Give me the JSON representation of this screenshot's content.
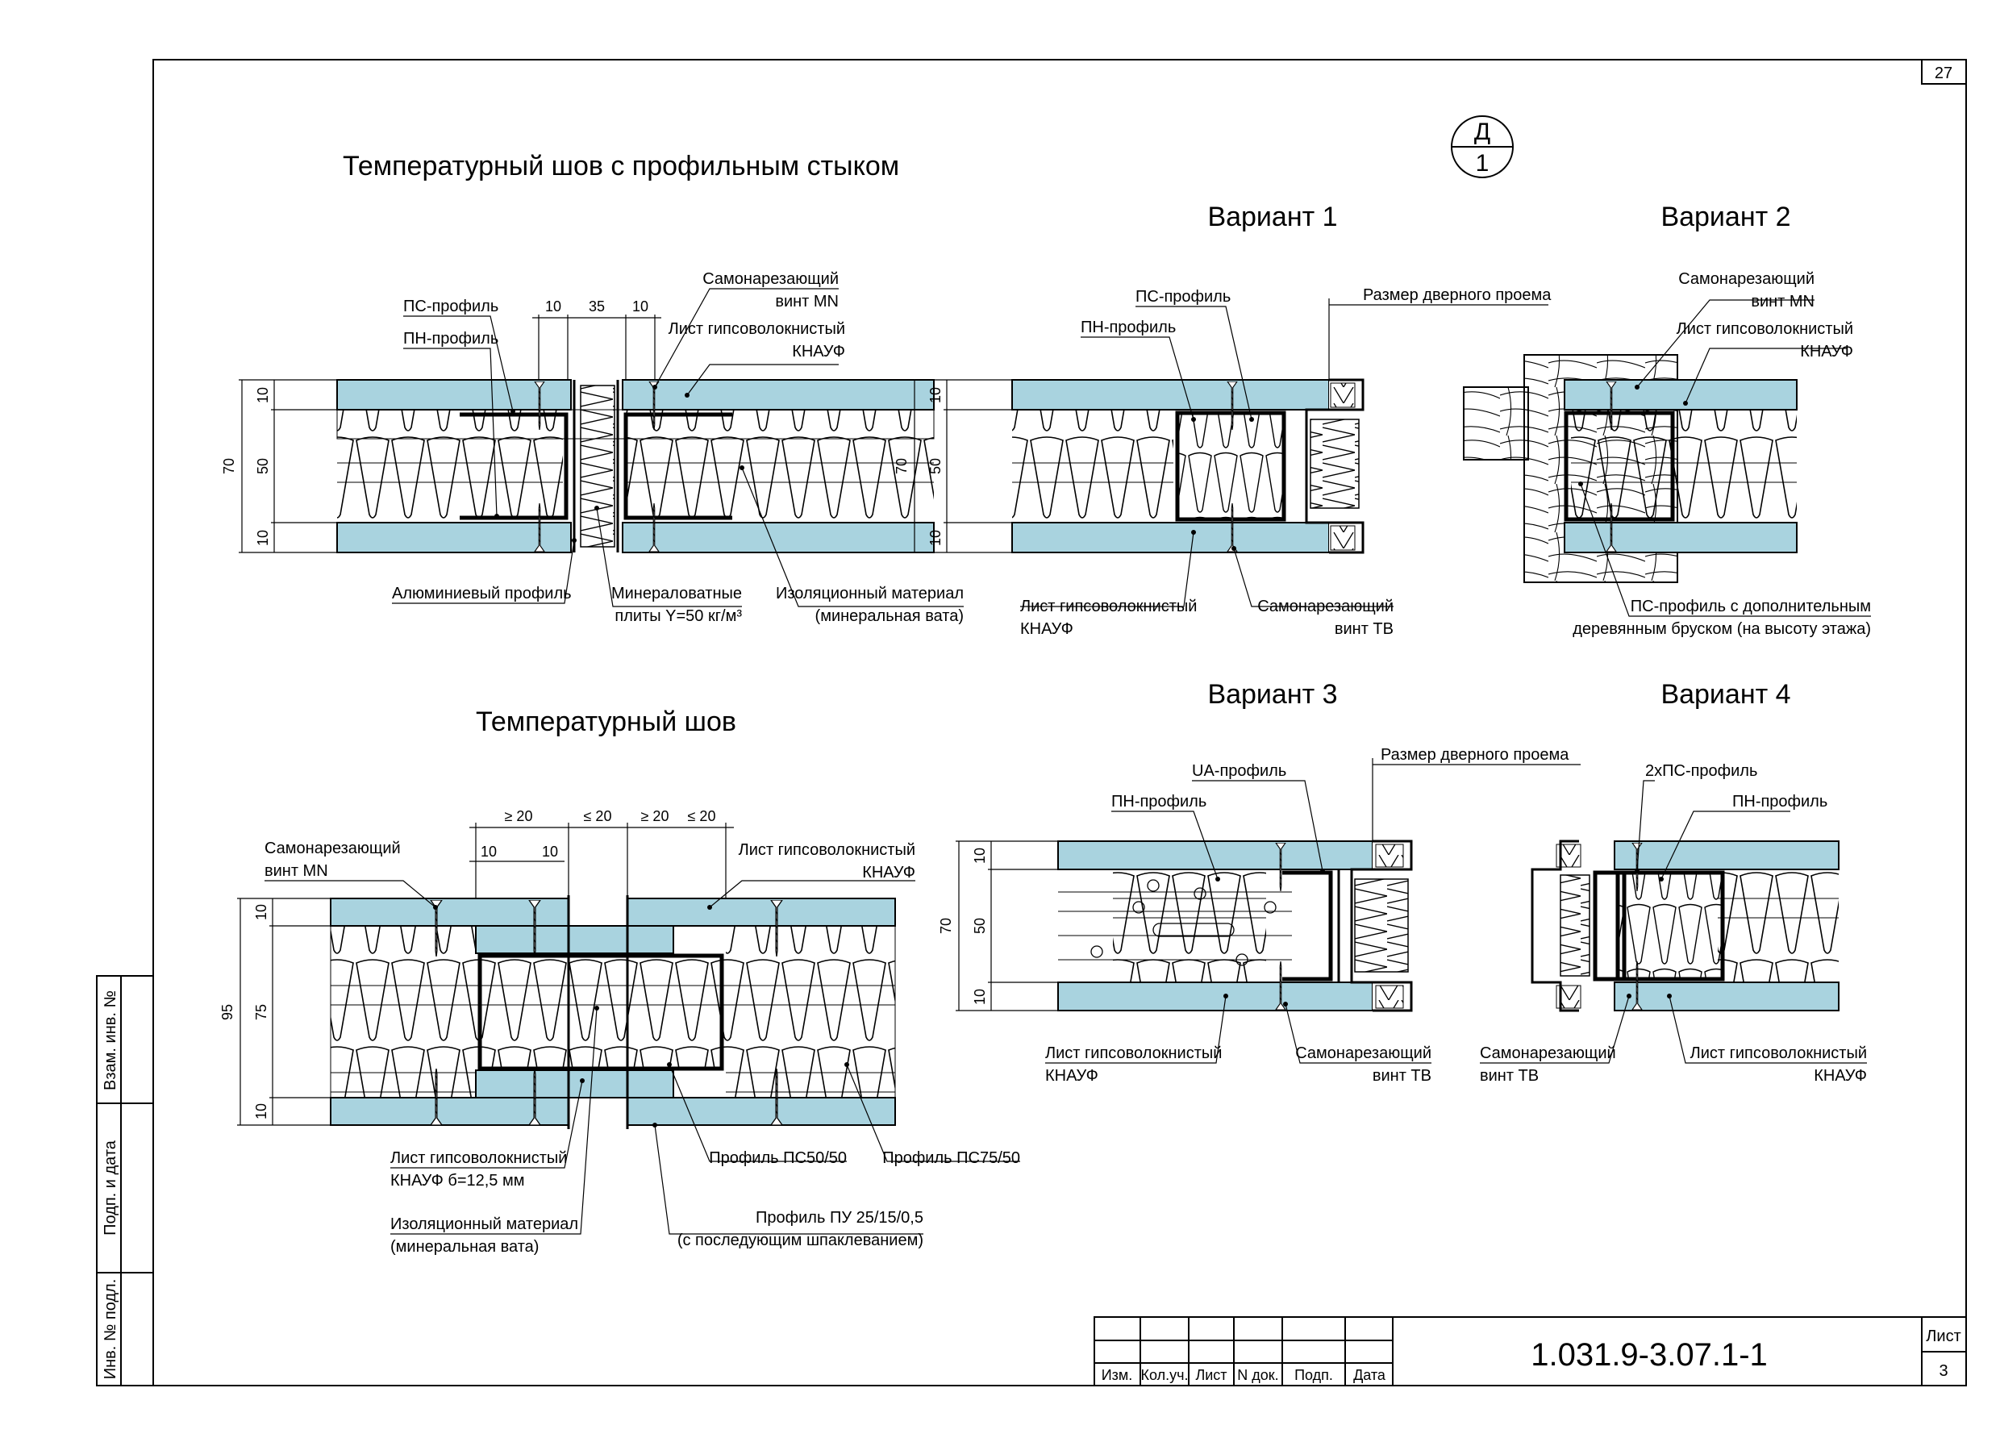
{
  "sheet": {
    "top_number": "27",
    "marker_top": "Д",
    "marker_bottom": "1",
    "code": "1.031.9-3.07.1-1",
    "list_label": "Лист",
    "list_number": "3"
  },
  "side_stamp": {
    "vzam": "Взам. инв. №",
    "podp": "Подп. и дата",
    "inv": "Инв. № подл."
  },
  "title_block": {
    "izm": "Изм.",
    "koluch": "Кол.уч.",
    "list": "Лист",
    "ndok": "N док.",
    "podp": "Подп.",
    "data": "Дата"
  },
  "sections": {
    "profile_joint": {
      "title": "Температурный шов с профильным стыком",
      "dims": {
        "d10a": "10",
        "d35": "35",
        "d10b": "10",
        "h70": "70",
        "h50": "50",
        "h10t": "10",
        "h10b": "10"
      },
      "labels": {
        "ps": "ПС-профиль",
        "pn": "ПН-профиль",
        "screw_1": "Самонарезающий",
        "screw_2": "винт MN",
        "sheet_1": "Лист гипсоволокнистый",
        "sheet_2": "КНАУФ",
        "alu": "Алюминиевый профиль",
        "mw_1": "Минераловатные",
        "mw_2": "плиты Y=50 кг/м³",
        "iso_1": "Изоляционный материал",
        "iso_2": "(минеральная вата)"
      }
    },
    "v1": {
      "title": "Вариант 1",
      "labels": {
        "ps": "ПС-профиль",
        "pn": "ПН-профиль",
        "door": "Размер дверного проема",
        "sheet_1": "Лист гипсоволокнистый",
        "sheet_2": "КНАУФ",
        "screw_1": "Самонарезающий",
        "screw_2": "винт ТВ"
      },
      "dims": {
        "h70": "70",
        "h50": "50",
        "h10t": "10",
        "h10b": "10"
      }
    },
    "v2": {
      "title": "Вариант 2",
      "labels": {
        "screw_1": "Самонарезающий",
        "screw_2": "винт MN",
        "sheet_1": "Лист гипсоволокнистый",
        "sheet_2": "КНАУФ",
        "ps_1": "ПС-профиль с дополнительным",
        "ps_2": "деревянным бруском (на высоту этажа)"
      }
    },
    "thermal": {
      "title": "Температурный шов",
      "dims": {
        "g20a": "≥ 20",
        "l20a": "≤ 20",
        "g20b": "≥ 20",
        "l20b": "≤ 20",
        "d10a": "10",
        "d10b": "10",
        "h95": "95",
        "h75": "75",
        "h10t": "10",
        "h10b": "10"
      },
      "labels": {
        "screw_1": "Самонарезающий",
        "screw_2": "винт MN",
        "sheet_top_1": "Лист гипсоволокнистый",
        "sheet_top_2": "КНАУФ",
        "sheet_1": "Лист гипсоволокнистый",
        "sheet_2": "КНАУФ  б=12,5 мм",
        "iso_1": "Изоляционный материал",
        "iso_2": "(минеральная вата)",
        "ps50": "Профиль ПС50/50",
        "ps75": "Профиль ПС75/50",
        "pu_1": "Профиль ПУ 25/15/0,5",
        "pu_2": "(с последующим шпаклеванием)"
      }
    },
    "v3": {
      "title": "Вариант 3",
      "labels": {
        "door": "Размер дверного проема",
        "ua": "UA-профиль",
        "pn": "ПН-профиль",
        "sheet_1": "Лист гипсоволокнистый",
        "sheet_2": "КНАУФ",
        "screw_1": "Самонарезающий",
        "screw_2": "винт ТВ"
      },
      "dims": {
        "h70": "70",
        "h50": "50",
        "h10t": "10",
        "h10b": "10"
      }
    },
    "v4": {
      "title": "Вариант 4",
      "labels": {
        "ps2": "2хПС-профиль",
        "pn": "ПН-профиль",
        "screw_1": "Самонарезающий",
        "screw_2": "винт ТВ",
        "sheet_1": "Лист гипсоволокнистый",
        "sheet_2": "КНАУФ"
      }
    }
  },
  "colors": {
    "board": "#a9d3df",
    "line": "#000000"
  }
}
